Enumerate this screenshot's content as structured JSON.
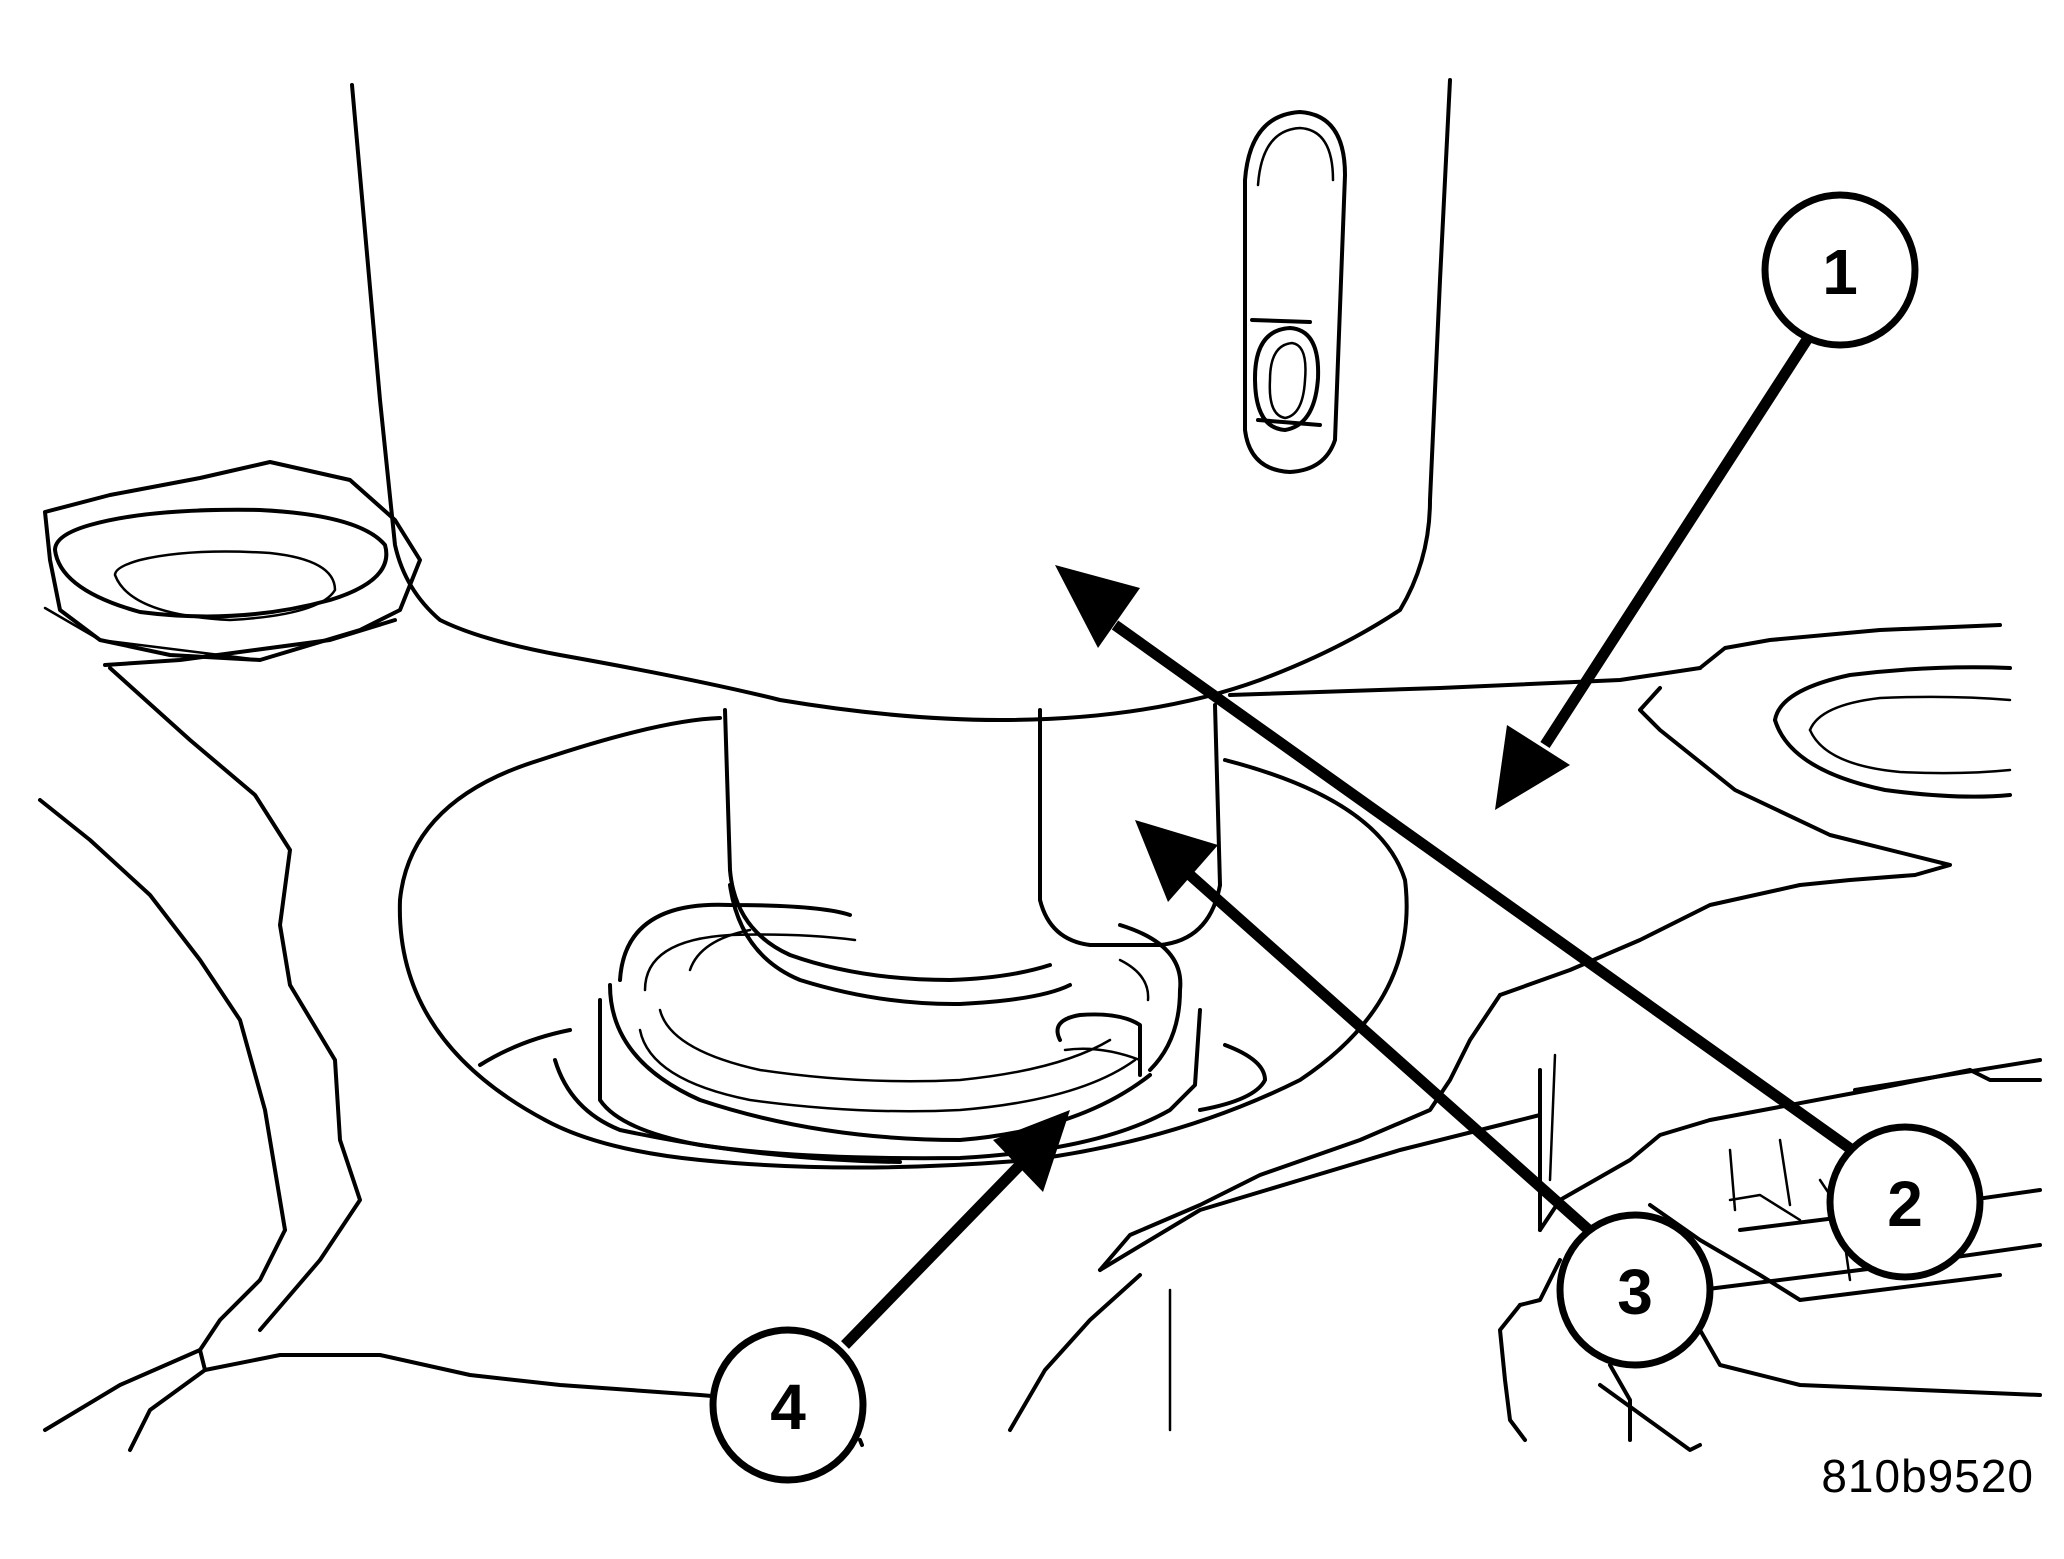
{
  "callouts": [
    {
      "id": "1",
      "label": "1"
    },
    {
      "id": "2",
      "label": "2"
    },
    {
      "id": "3",
      "label": "3"
    },
    {
      "id": "4",
      "label": "4"
    }
  ],
  "figure_code": "810b9520"
}
